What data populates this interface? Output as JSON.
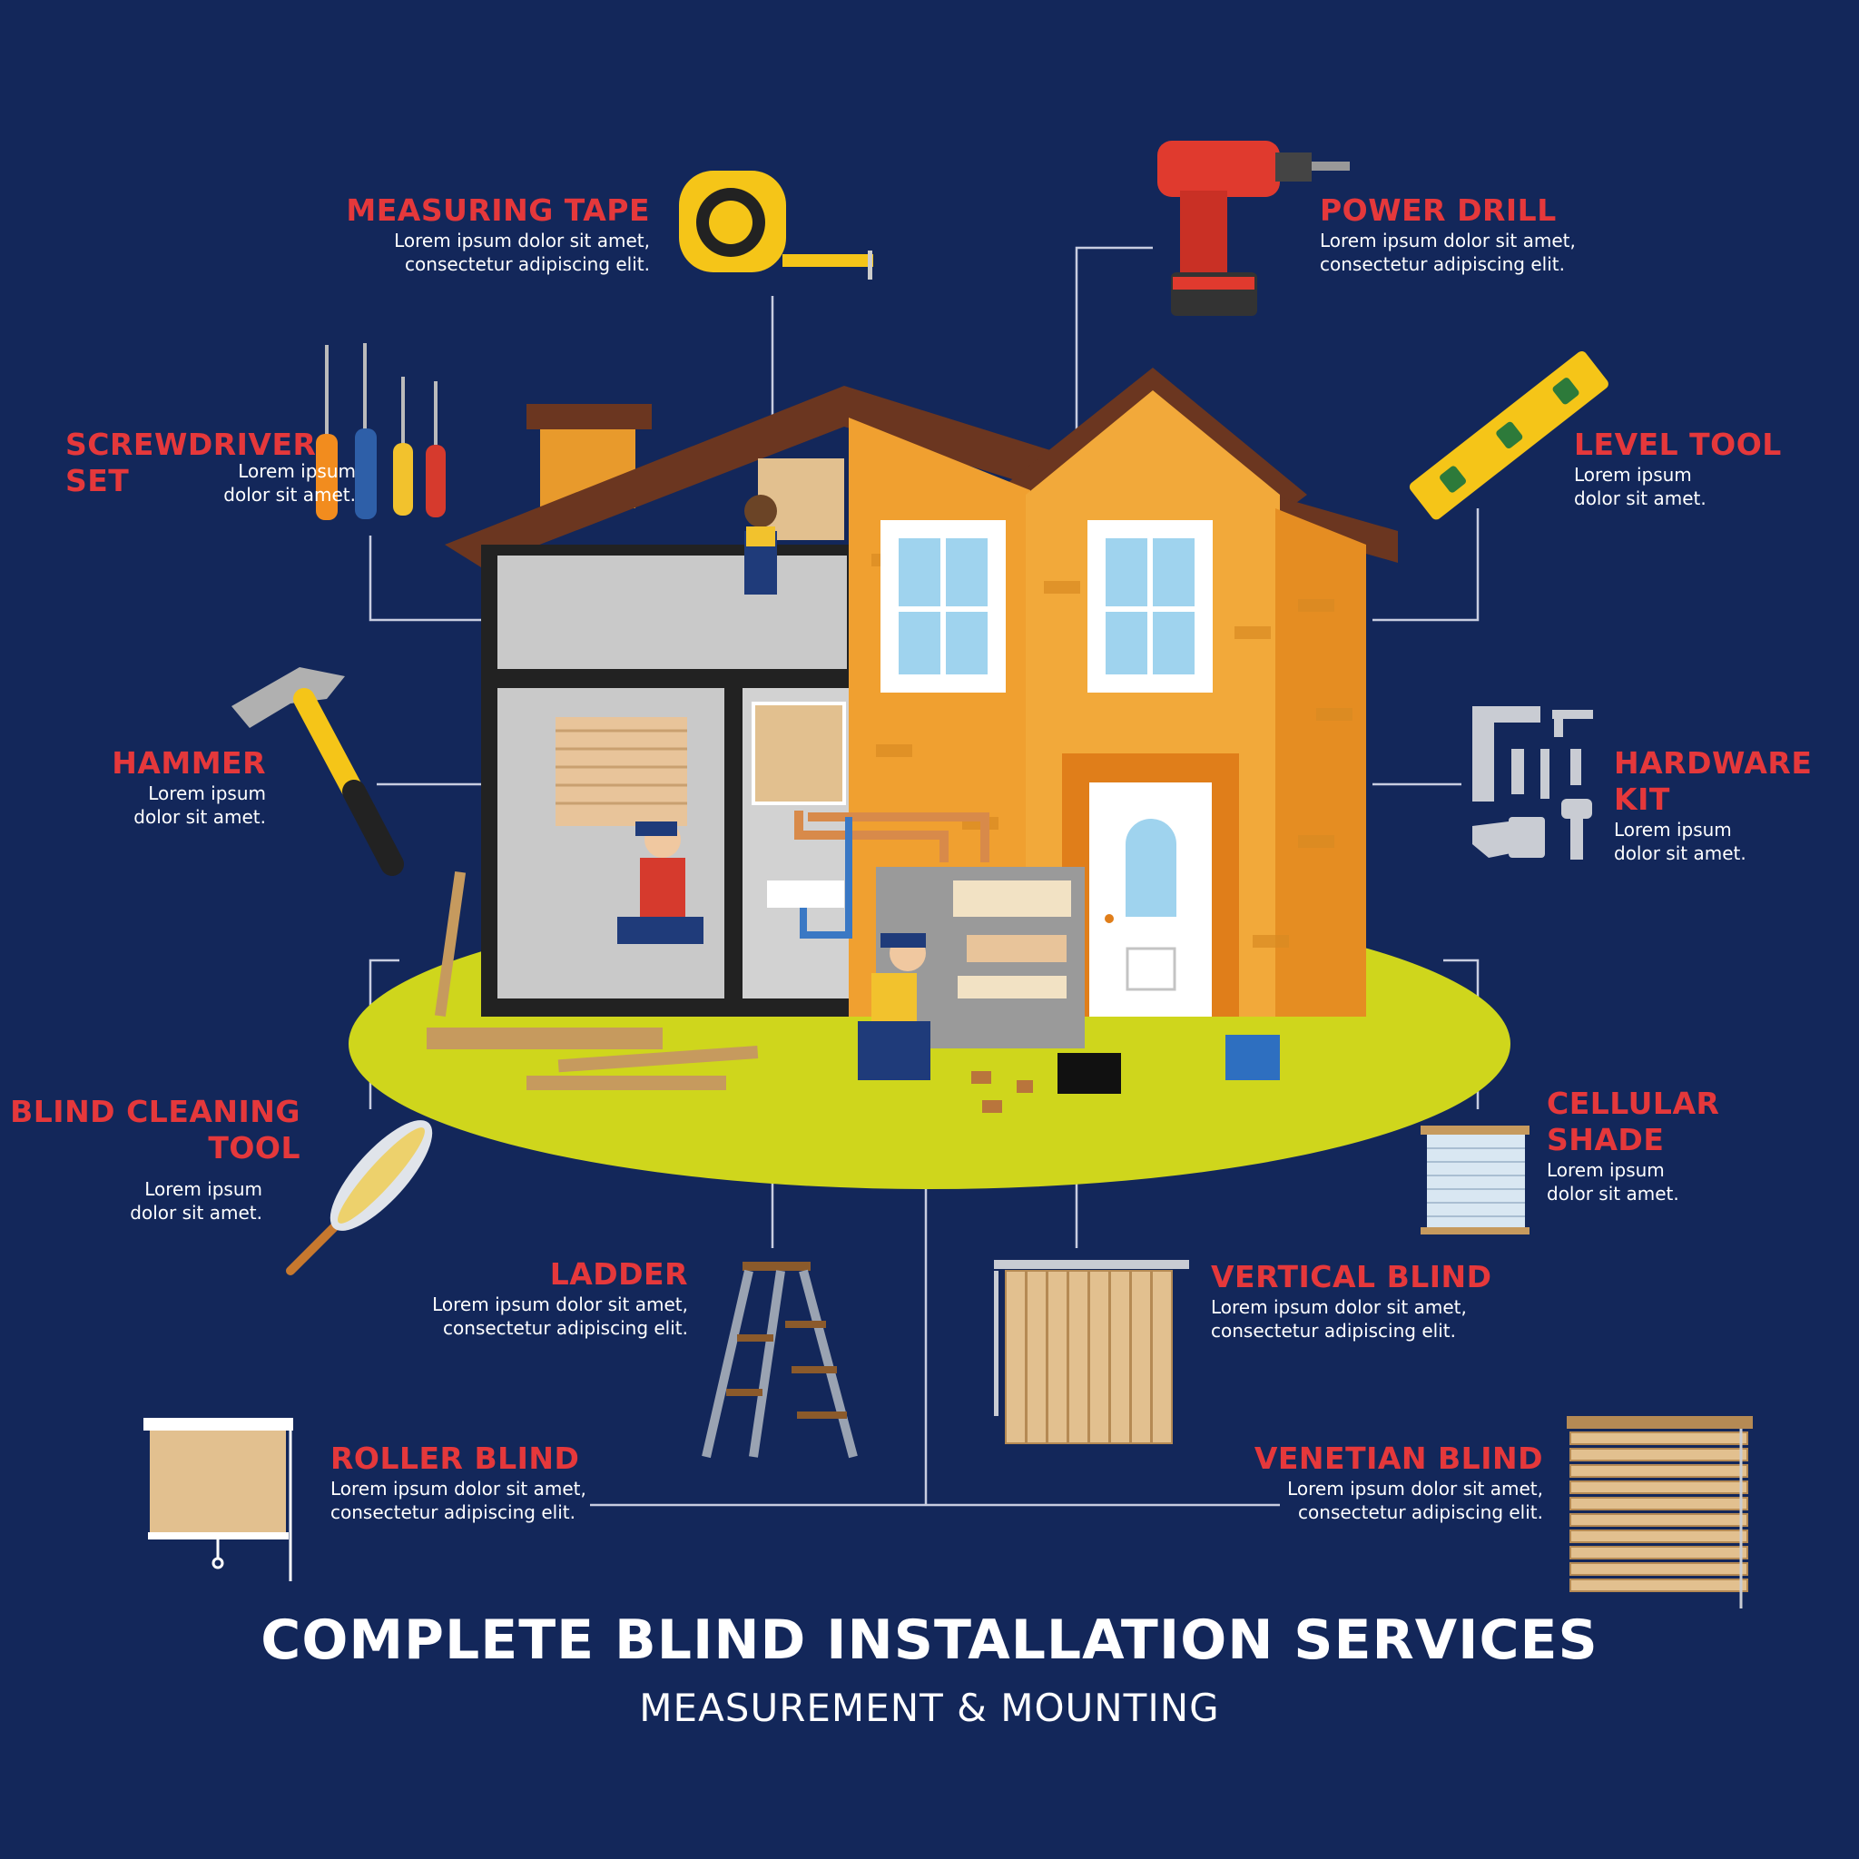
{
  "title": "COMPLETE BLIND INSTALLATION SERVICES",
  "subtitle": "MEASUREMENT & MOUNTING",
  "colors": {
    "background": "#13275a",
    "label_title": "#e5383b",
    "label_text": "#ffffff",
    "house_orange": "#f0a030",
    "lawn": "#cfd61c"
  },
  "callouts": {
    "measuring_tape": {
      "title": "MEASURING TAPE",
      "line1": "Lorem ipsum dolor sit amet,",
      "line2": "consectetur adipiscing elit.",
      "icon": "measuring-tape-icon"
    },
    "power_drill": {
      "title": "POWER DRILL",
      "line1": "Lorem ipsum dolor sit amet,",
      "line2": "consectetur adipiscing elit.",
      "icon": "power-drill-icon"
    },
    "screwdriver_set": {
      "title1": "SCREWDRIVER",
      "title2": "SET",
      "line1": "Lorem ipsum",
      "line2": "dolor sit amet.",
      "icon": "screwdriver-set-icon"
    },
    "level_tool": {
      "title": "LEVEL TOOL",
      "line1": "Lorem ipsum",
      "line2": "dolor sit amet.",
      "icon": "level-tool-icon"
    },
    "hammer": {
      "title": "HAMMER",
      "line1": "Lorem ipsum",
      "line2": "dolor sit amet.",
      "icon": "hammer-icon"
    },
    "hardware_kit": {
      "title1": "HARDWARE",
      "title2": "KIT",
      "line1": "Lorem ipsum",
      "line2": "dolor sit amet.",
      "icon": "hardware-kit-icon"
    },
    "blind_cleaning_tool": {
      "title1": "BLIND CLEANING",
      "title2": "TOOL",
      "line1": "Lorem ipsum",
      "line2": "dolor sit amet.",
      "icon": "duster-icon"
    },
    "cellular_shade": {
      "title1": "CELLULAR",
      "title2": "SHADE",
      "line1": "Lorem ipsum",
      "line2": "dolor sit amet.",
      "icon": "cellular-shade-icon"
    },
    "ladder": {
      "title": "LADDER",
      "line1": "Lorem ipsum dolor sit amet,",
      "line2": "consectetur adipiscing elit.",
      "icon": "ladder-icon"
    },
    "vertical_blind": {
      "title": "VERTICAL BLIND",
      "line1": "Lorem ipsum dolor sit amet,",
      "line2": "consectetur adipiscing elit.",
      "icon": "vertical-blind-icon"
    },
    "roller_blind": {
      "title": "ROLLER BLIND",
      "line1": "Lorem ipsum dolor sit amet,",
      "line2": "consectetur adipiscing elit.",
      "icon": "roller-blind-icon"
    },
    "venetian_blind": {
      "title": "VENETIAN BLIND",
      "line1": "Lorem ipsum dolor sit amet,",
      "line2": "consectetur adipiscing elit.",
      "icon": "venetian-blind-icon"
    }
  }
}
